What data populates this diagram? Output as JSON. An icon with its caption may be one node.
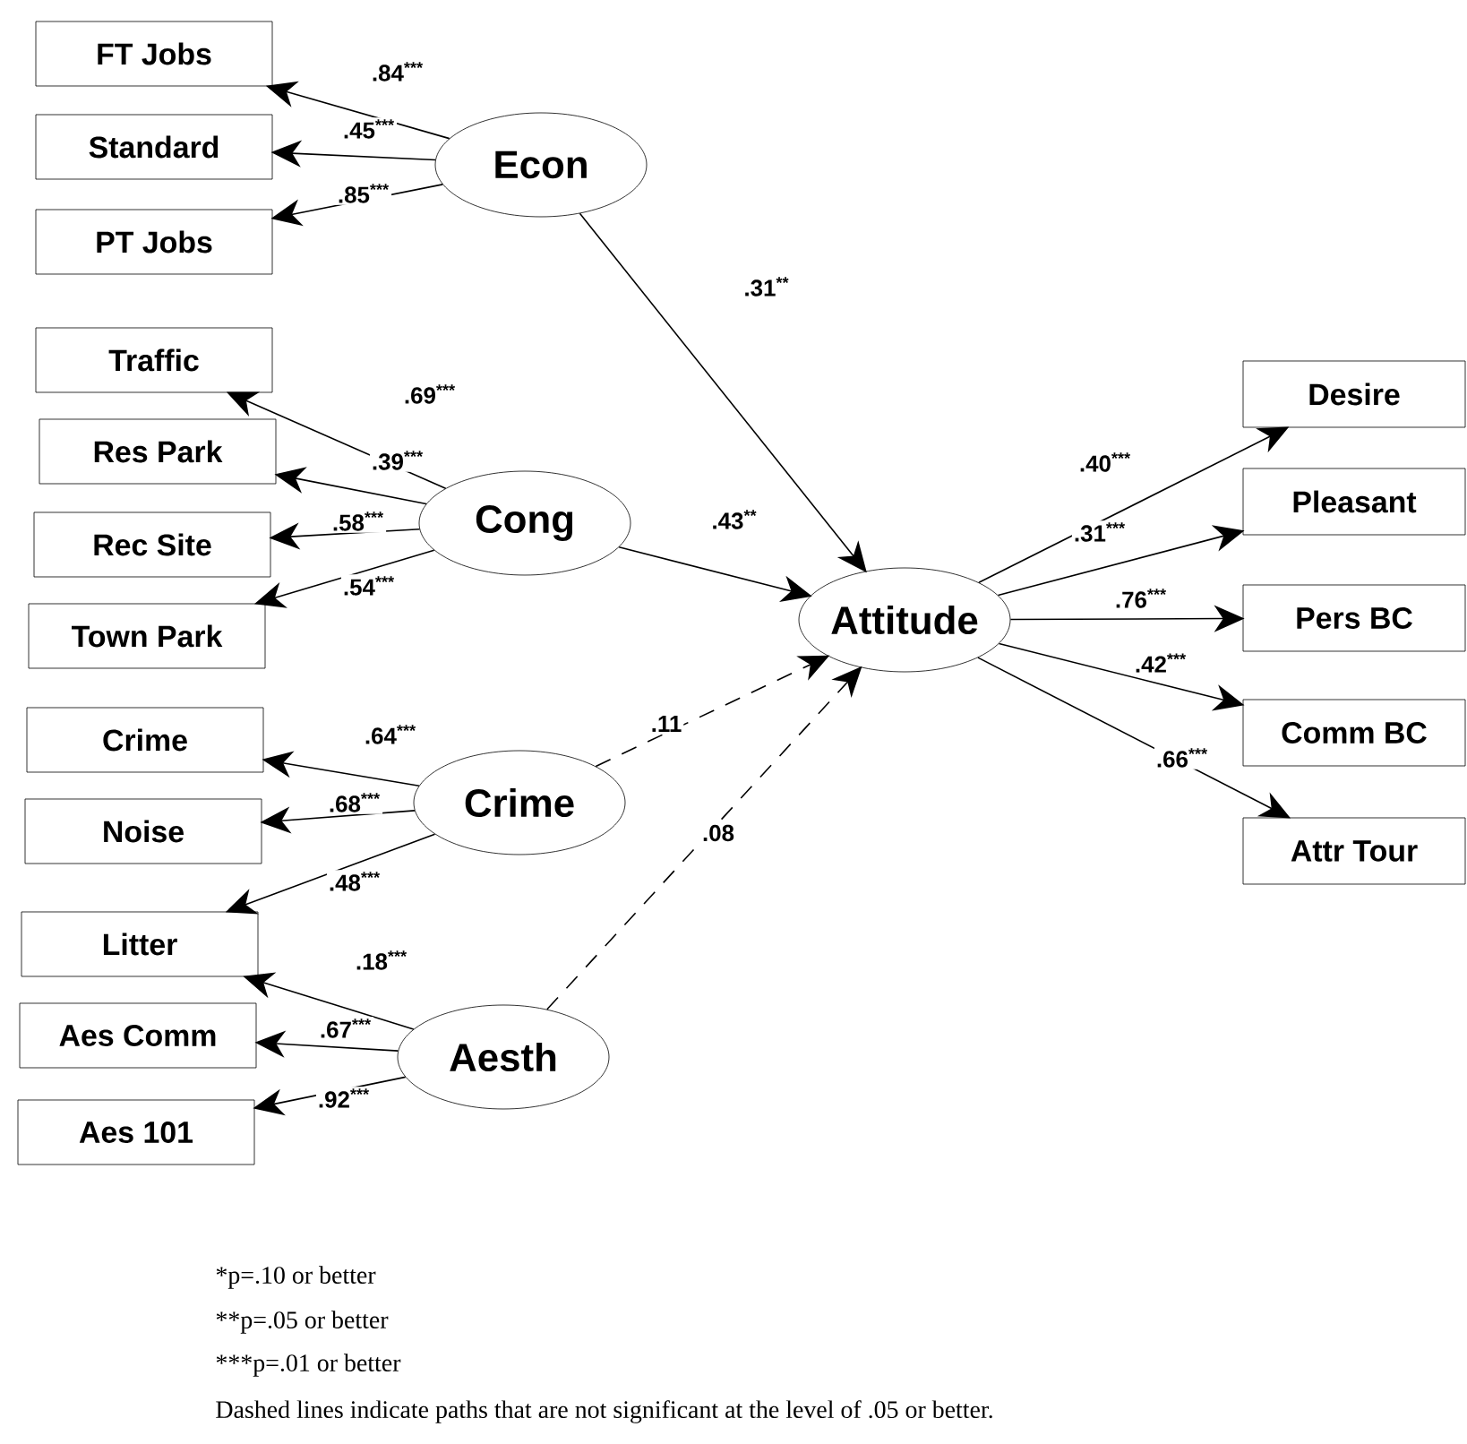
{
  "diagram": {
    "nodes": [
      {
        "text": [
          "FT Jobs"
        ]
      },
      {
        "text": [
          "Standard"
        ]
      },
      {
        "text": [
          "PT Jobs"
        ]
      },
      {
        "text": [
          "Econ"
        ]
      },
      {
        "text": [
          "Traffic"
        ]
      },
      {
        "text": [
          "Res Park"
        ]
      },
      {
        "text": [
          "Rec Site"
        ]
      },
      {
        "text": [
          "Town Park"
        ]
      },
      {
        "text": [
          "Cong"
        ]
      },
      {
        "text": [
          "Crime"
        ]
      },
      {
        "text": [
          "Noise"
        ]
      },
      {
        "text": [
          "Crime"
        ]
      },
      {
        "text": [
          "Litter"
        ]
      },
      {
        "text": [
          "Aes Comm"
        ]
      },
      {
        "text": [
          "Aesth"
        ]
      },
      {
        "text": [
          "Aes 101"
        ]
      },
      {
        "text": [
          "Attitude"
        ]
      },
      {
        "text": [
          "Desire"
        ]
      },
      {
        "text": [
          "Pleasant"
        ]
      },
      {
        "text": [
          "Pers BC"
        ]
      },
      {
        "text": [
          "Comm BC"
        ]
      },
      {
        "text": [
          "Attr Tour"
        ]
      }
    ],
    "edges": [
      {
        "from": 3,
        "to": 0,
        "arrow": "to",
        "label": ".84$^{***}$"
      },
      {
        "from": 3,
        "to": 1,
        "arrow": "to",
        "label": ".45$^{***}$"
      },
      {
        "from": 3,
        "to": 2,
        "arrow": "to",
        "label": ".85$^{***}$"
      },
      {
        "from": 8,
        "to": 4,
        "arrow": "to",
        "label": ".69$^{***}$"
      },
      {
        "from": 8,
        "to": 5,
        "arrow": "to",
        "label": ".39$^{***}$"
      },
      {
        "from": 8,
        "to": 6,
        "arrow": "to",
        "label": ".58$^{***}$"
      },
      {
        "from": 8,
        "to": 7,
        "arrow": "to",
        "label": ".54$^{***}$"
      },
      {
        "from": 11,
        "to": 9,
        "arrow": "to",
        "label": ".64$^{***}$"
      },
      {
        "from": 11,
        "to": 10,
        "arrow": "to",
        "label": ".68$^{***}$"
      },
      {
        "from": 11,
        "to": 12,
        "arrow": "to",
        "label": ".48$^{***}$"
      },
      {
        "from": 14,
        "to": 12,
        "arrow": "to",
        "label": ".18$^{***}$"
      },
      {
        "from": 14,
        "to": 13,
        "arrow": "to",
        "label": ".67$^{***}$"
      },
      {
        "from": 14,
        "to": 15,
        "arrow": "to",
        "label": ".92$^{***}$"
      },
      {
        "from": 3,
        "to": 16,
        "arrow": "to",
        "label": ".31$^{**}$"
      },
      {
        "from": 8,
        "to": 16,
        "arrow": "to",
        "label": ".43$^{**}$"
      },
      {
        "from": 11,
        "to": 16,
        "arrow": "to",
        "label": ".11",
        "style": "dashed"
      },
      {
        "from": 14,
        "to": 16,
        "arrow": "to",
        "label": ".08",
        "style": "dashed"
      },
      {
        "from": 16,
        "to": 17,
        "arrow": "to",
        "label": ".40$^{***}$"
      },
      {
        "from": 16,
        "to": 18,
        "arrow": "to",
        "label": ".31$^{***}$"
      },
      {
        "from": 16,
        "to": 19,
        "arrow": "to",
        "label": ".76$^{***}$"
      },
      {
        "from": 16,
        "to": 20,
        "arrow": "to",
        "label": ".42$^{***}$"
      },
      {
        "from": 16,
        "to": 21,
        "arrow": "to",
        "label": ".66$^{***}$"
      }
    ],
    "labels": [
      "*p=.10 or better",
      "**p=.05 or better",
      "***p=.01 or better",
      "Dashed lines indicate paths that are not significant at the level of .05 or better."
    ]
  }
}
